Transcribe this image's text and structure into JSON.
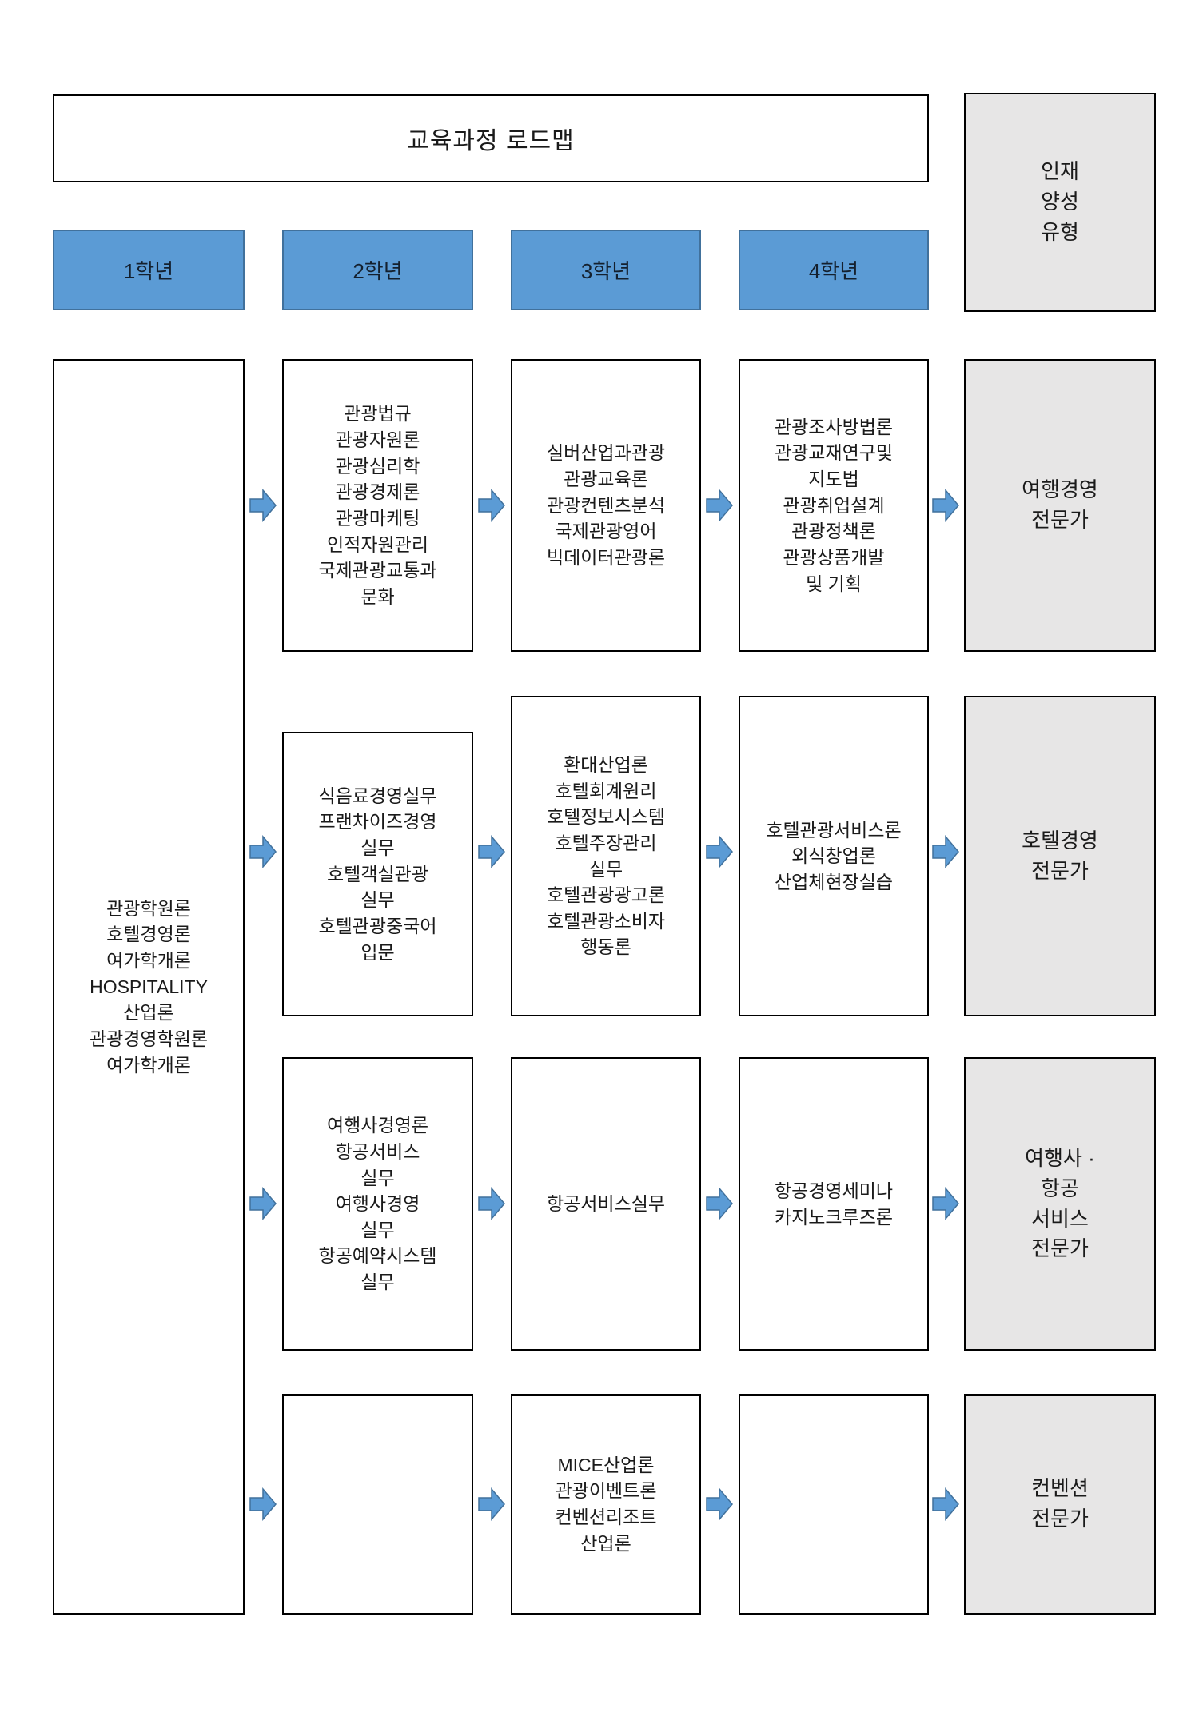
{
  "title": "교육과정 로드맵",
  "talent_type_label": "인재\n양성\n유형",
  "year_headers": [
    "1학년",
    "2학년",
    "3학년",
    "4학년"
  ],
  "year1_courses": "관광학원론\n호텔경영론\n여가학개론\nHOSPITALITY\n산업론\n관광경영학원론\n여가학개론",
  "tracks": [
    {
      "outcome": "여행경영\n전문가",
      "year2": "관광법규\n관광자원론\n관광심리학\n관광경제론\n관광마케팅\n인적자원관리\n국제관광교통과\n문화",
      "year3": "실버산업과관광\n관광교육론\n관광컨텐츠분석\n국제관광영어\n빅데이터관광론",
      "year4": "관광조사방법론\n관광교재연구및\n지도법\n관광취업설계\n관광정책론\n관광상품개발\n및 기획"
    },
    {
      "outcome": "호텔경영\n전문가",
      "year2": "식음료경영실무\n프랜차이즈경영\n실무\n호텔객실관광\n실무\n호텔관광중국어\n입문",
      "year3": "환대산업론\n호텔회계원리\n호텔정보시스템\n호텔주장관리\n실무\n호텔관광광고론\n호텔관광소비자\n행동론",
      "year4": "호텔관광서비스론\n외식창업론\n산업체현장실습"
    },
    {
      "outcome": "여행사 ·\n항공\n서비스\n전문가",
      "year2": "여행사경영론\n항공서비스\n실무\n여행사경영\n실무\n항공예약시스템\n실무",
      "year3": "항공서비스실무",
      "year4": "항공경영세미나\n카지노크루즈론"
    },
    {
      "outcome": "컨벤션\n전문가",
      "year2": "",
      "year3": "MICE산업론\n관광이벤트론\n컨벤션리조트\n산업론",
      "year4": ""
    }
  ],
  "colors": {
    "year_header_bg": "#5B9BD5",
    "year_header_border": "#41719C",
    "outcome_box_bg": "#E7E6E6",
    "box_border": "#000000",
    "arrow_fill": "#5B9BD5",
    "arrow_stroke": "#41719C"
  }
}
